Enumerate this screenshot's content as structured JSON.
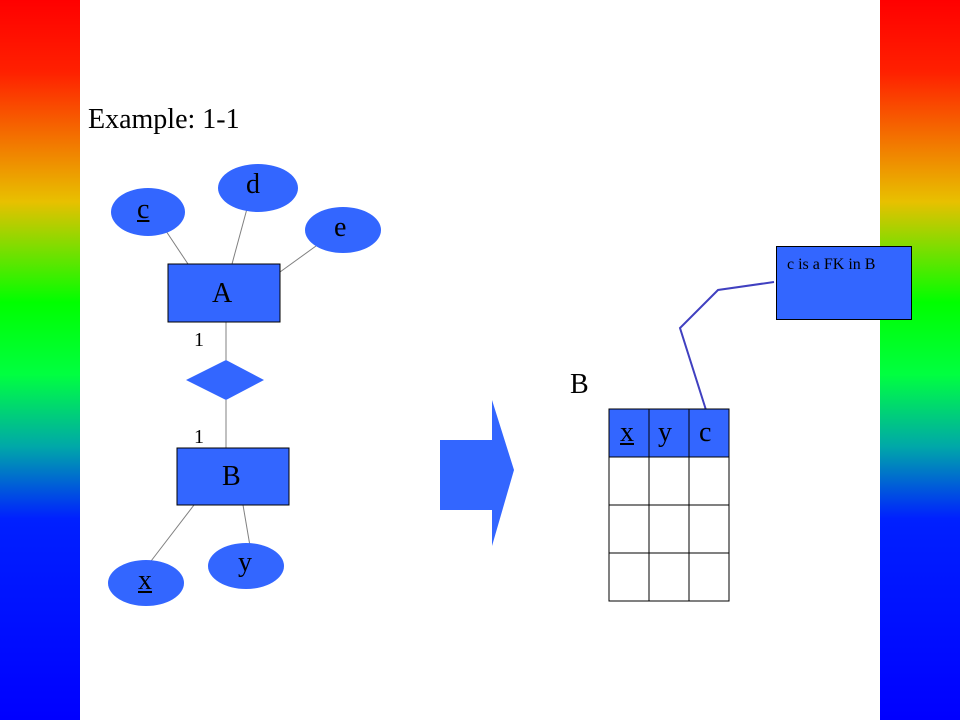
{
  "title": "Example: 1-1",
  "entities": {
    "a": "A",
    "b": "B"
  },
  "attributes": {
    "c": "c",
    "d": "d",
    "e": "e",
    "x": "x",
    "y": "y"
  },
  "cardinality": {
    "top": "1",
    "bottom": "1"
  },
  "table": {
    "name": "B",
    "columns": [
      "x",
      "y",
      "c"
    ],
    "empty_rows": 3
  },
  "note": {
    "text": "c is a FK in B"
  },
  "colors": {
    "shape_fill": "#3366ff",
    "connector": "#4040c0",
    "side_bars": [
      "#ff0000",
      "#e8c000",
      "#00ff00",
      "#0000ff"
    ]
  }
}
